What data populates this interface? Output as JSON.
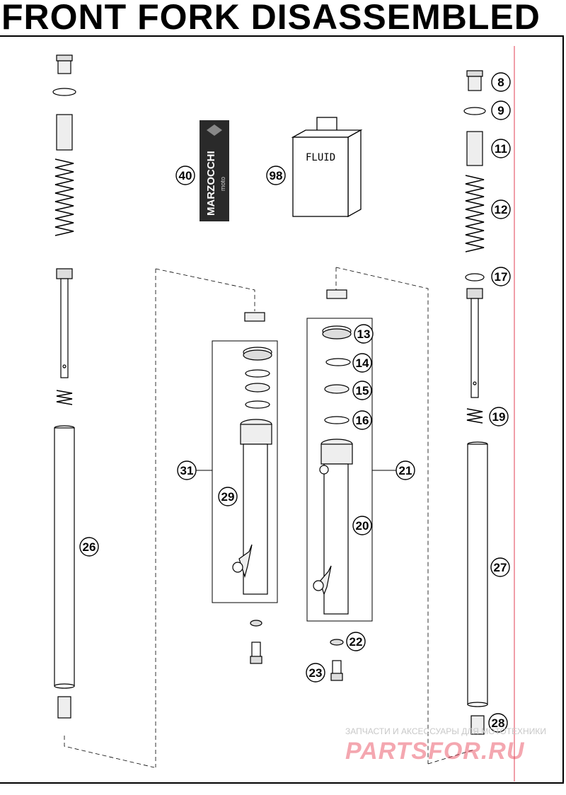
{
  "title": "FRONT FORK DISASSEMBLED",
  "fluid_label": "FLUID",
  "logo": {
    "brand": "MARZOCCHI",
    "sub": "moto"
  },
  "callouts": [
    "8",
    "9",
    "11",
    "12",
    "17",
    "19",
    "27",
    "28",
    "40",
    "98",
    "13",
    "14",
    "15",
    "16",
    "21",
    "20",
    "22",
    "23",
    "31",
    "29",
    "26"
  ],
  "watermark": {
    "line1": "ЗАПЧАСТИ И АКСЕССУАРЫ ДЛЯ МОТОТЕХНИКИ",
    "line2": "PARTSFOR.RU"
  },
  "colors": {
    "line": "#000000",
    "accent_red": "#e03c50",
    "logo_bg": "#2a2a2a"
  }
}
